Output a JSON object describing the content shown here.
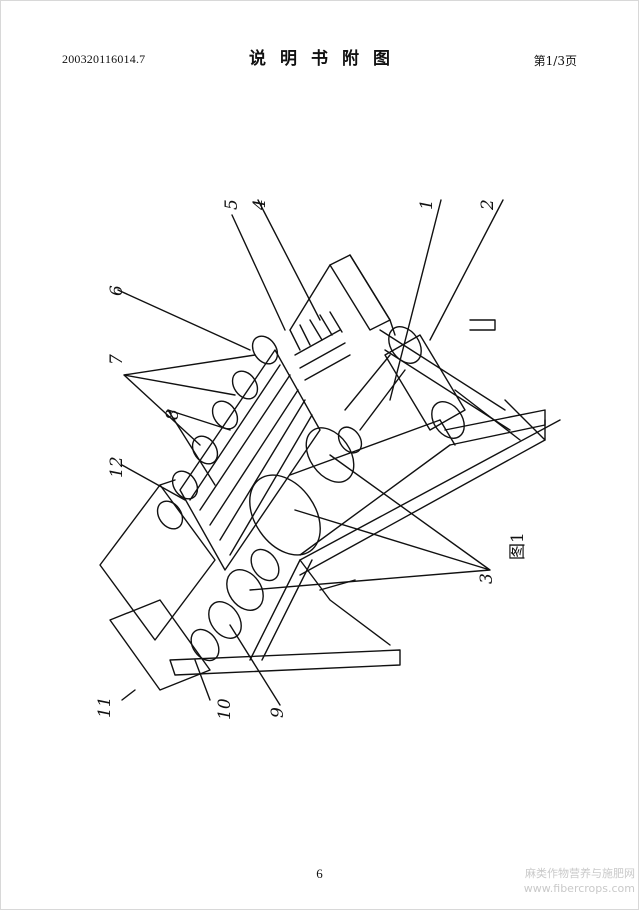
{
  "header": {
    "application_number": "200320116014.7",
    "title": "说明书附图",
    "page_indicator": "第1/3页"
  },
  "figure": {
    "caption": "图1",
    "labels": [
      "1",
      "2",
      "3",
      "4",
      "5",
      "6",
      "7",
      "8",
      "9",
      "10",
      "11",
      "12"
    ]
  },
  "footer": {
    "page_number": "6"
  },
  "watermark": {
    "line1": "麻类作物营养与施肥网",
    "line2": "www.fibercrops.com"
  }
}
